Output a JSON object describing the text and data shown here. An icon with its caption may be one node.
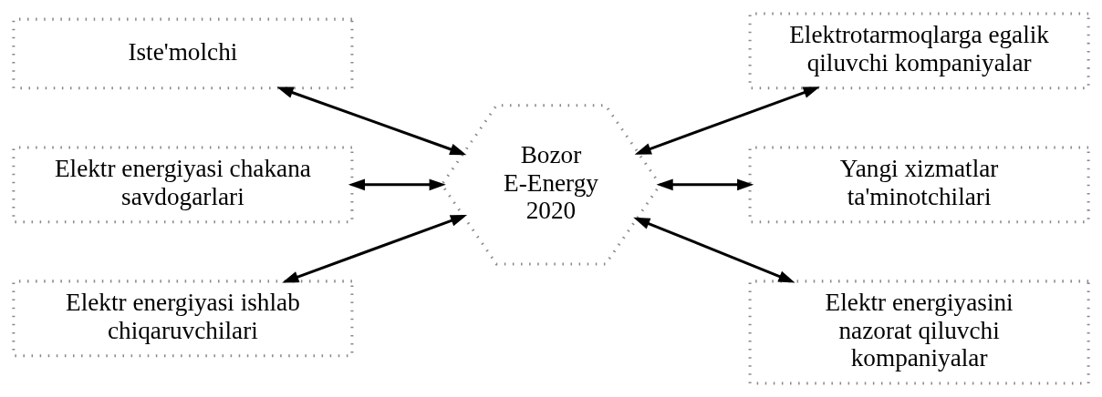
{
  "diagram": {
    "nodes": [
      {
        "text": [
          "Iste'molchi"
        ]
      },
      {
        "text": [
          "Elektrotarmoqlarga egalik qiluvchi kompaniyalar"
        ]
      },
      {
        "text": [
          "Elektr energiyasi chakana savdogarlari"
        ]
      },
      {
        "text": [
          "Bozor E-Energy 2020"
        ]
      },
      {
        "text": [
          "Yangi xizmatlar ta'minotchilari"
        ]
      },
      {
        "text": [
          "Elektr energiyasi ishlab chiqaruvchilari"
        ]
      },
      {
        "text": [
          "Elektr energiyasini nazorat qiluvchi kompaniyalar"
        ]
      }
    ],
    "edges": [
      {
        "from": 0,
        "to": 3,
        "arrow": "both"
      },
      {
        "from": 3,
        "to": 1,
        "arrow": "both"
      },
      {
        "from": 2,
        "to": 3,
        "arrow": "both"
      },
      {
        "from": 3,
        "to": 4,
        "arrow": "both"
      },
      {
        "from": 5,
        "to": 3,
        "arrow": "both"
      },
      {
        "from": 3,
        "to": 6,
        "arrow": "both"
      }
    ]
  }
}
